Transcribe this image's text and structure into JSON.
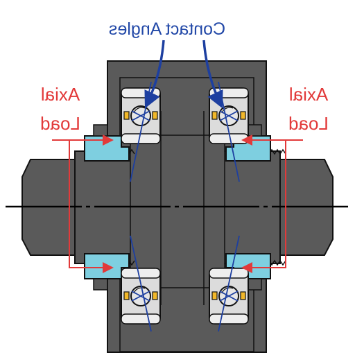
{
  "title": "Contact Angles",
  "labels": {
    "left_axial_line1": "Axial",
    "left_axial_line2": "Load",
    "right_axial_line1": "Axial",
    "right_axial_line2": "Load"
  },
  "colors": {
    "housing": "#5a5a5a",
    "shaft": "#5a5a5a",
    "outline": "#111111",
    "nut_fill": "#7ecfe0",
    "bearing_race": "#dcdcdc",
    "ball": "#e6e6e6",
    "cage": "#f2b82a",
    "contact_line": "#1d3fa0",
    "load_arrow": "#e23a3a",
    "center_line": "#000000"
  },
  "icons": [
    "ball-bearing-icon",
    "load-arrow-icon",
    "callout-arrow-icon"
  ]
}
